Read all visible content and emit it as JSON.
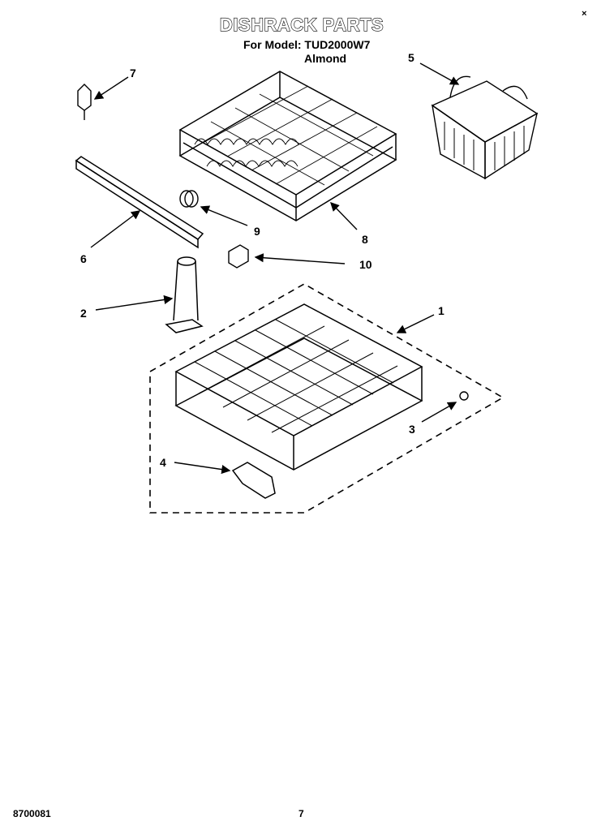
{
  "header": {
    "title": "DISHRACK PARTS",
    "model_line": "For Model: TUD2000W7",
    "color_line": "Almond",
    "corner_mark": "×"
  },
  "callouts": {
    "n1": "1",
    "n2": "2",
    "n3": "3",
    "n4": "4",
    "n5": "5",
    "n6": "6",
    "n7": "7",
    "n8": "8",
    "n9": "9",
    "n10": "10"
  },
  "footer": {
    "doc_id": "8700081",
    "page_number": "7"
  }
}
